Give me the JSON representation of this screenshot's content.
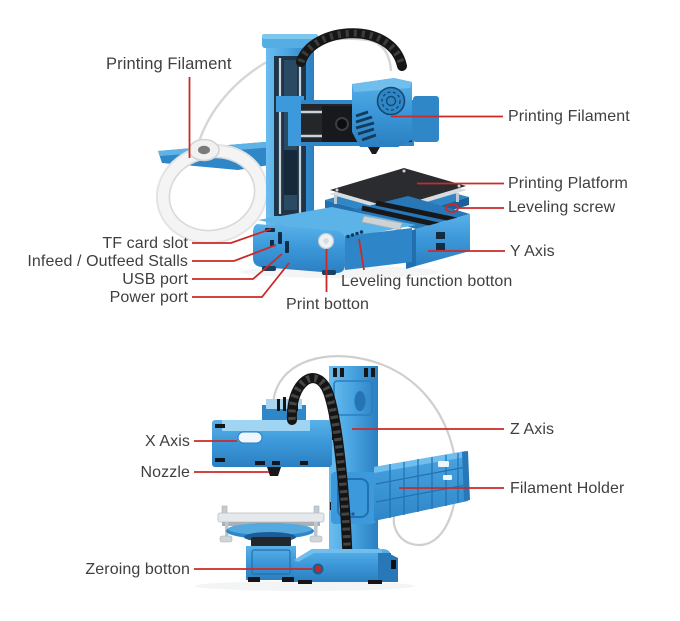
{
  "title": "Mini 3D printer parts diagram",
  "colors": {
    "background": "#ffffff",
    "printer_blue": "#3b99dc",
    "printer_blue_light": "#6fbeee",
    "printer_blue_dark": "#2270ae",
    "platform_black": "#2b2c30",
    "leader_red": "#cb2a27",
    "label_text": "#3f3f3f",
    "filament_white": "#f4f4f4"
  },
  "labels": {
    "printing_filament_left": "Printing Filament",
    "printing_filament_right": "Printing Filament",
    "printing_platform": "Printing Platform",
    "leveling_screw": "Leveling screw",
    "y_axis": "Y Axis",
    "tf_card_slot": "TF card slot",
    "infeed_outfeed_stalls": "Infeed / Outfeed Stalls",
    "usb_port": "USB port",
    "power_port": "Power port",
    "print_botton": "Print botton",
    "leveling_function_botton": "Leveling function botton",
    "x_axis": "X Axis",
    "nozzle": "Nozzle",
    "z_axis": "Z Axis",
    "filament_holder": "Filament Holder",
    "zeroing_botton": "Zeroing botton"
  }
}
